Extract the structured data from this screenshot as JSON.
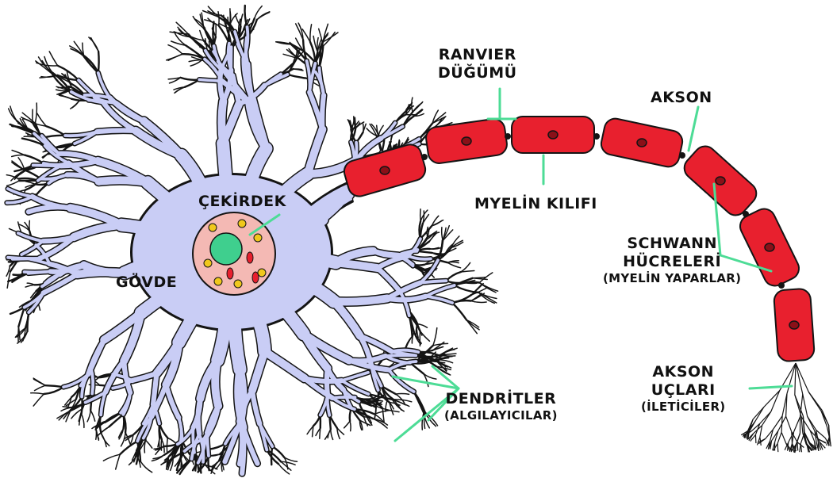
{
  "labels": {
    "ranvier": {
      "line1": "RANVIER",
      "line2": "DÜĞÜMÜ"
    },
    "akson": "AKSON",
    "cekirdek": "ÇEKİRDEK",
    "myelin_kilifi": "MYELİN KILIFI",
    "govde": "GÖVDE",
    "schwann": {
      "line1": "SCHWANN",
      "line2": "HÜCRELERİ",
      "line3": "(MYELİN YAPARLAR)"
    },
    "dendritler": {
      "line1": "DENDRİTLER",
      "line2": "(ALGILAYICILAR)"
    },
    "akson_uclari": {
      "line1": "AKSON",
      "line2": "UÇLARI",
      "line3": "(İLETİCİLER)"
    }
  },
  "colors": {
    "cell_body": "#c9cdf5",
    "cell_outline": "#141414",
    "nucleus_ring": "#f4b9b4",
    "nucleolus": "#3fcf8e",
    "myelin": "#e8202e",
    "myelin_nucleus": "#8a1018",
    "leader_line": "#4ddc96",
    "organelle": "#f0c81c"
  }
}
